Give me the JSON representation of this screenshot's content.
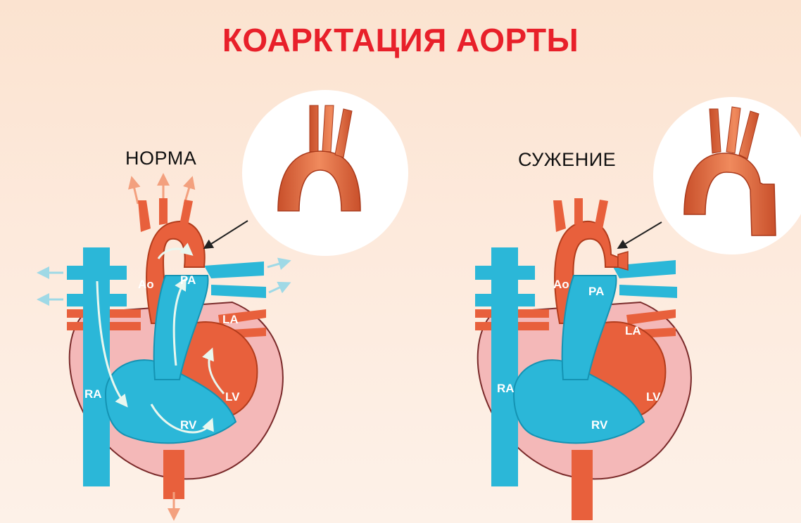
{
  "title": "КОАРКТАЦИЯ АОРТЫ",
  "panels": [
    {
      "label": "НОРМА",
      "chambers": {
        "ao": "Ao",
        "pa": "PA",
        "la": "LA",
        "lv": "LV",
        "ra": "RA",
        "rv": "RV"
      }
    },
    {
      "label": "СУЖЕНИЕ",
      "chambers": {
        "ao": "Ao",
        "pa": "PA",
        "la": "LA",
        "lv": "LV",
        "ra": "RA",
        "rv": "RV"
      }
    }
  ],
  "colors": {
    "title": "#e8202a",
    "artery": "#e8603c",
    "artery_dark": "#c2401f",
    "vein": "#2bb7d8",
    "vein_dark": "#1493b3",
    "pericardium": "#f4b8b8",
    "outline": "#7a2a2a",
    "flow_arrow": "#e9f7ef",
    "out_arrow_red": "#f3a07e",
    "out_arrow_blue": "#9fd9e6"
  }
}
